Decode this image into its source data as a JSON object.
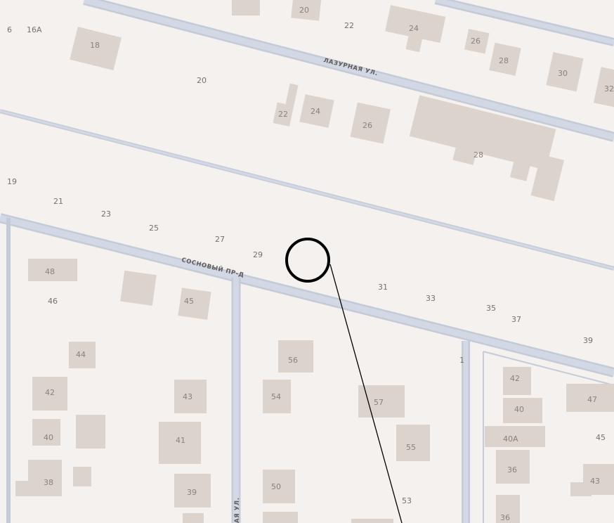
{
  "colors": {
    "background": "#f4f1ee",
    "building": "#dcd3cc",
    "building_shadow": "#cdc3bb",
    "road_casing": "#c3cad8",
    "road_fill": "#d3d9e4",
    "marker": "#000000"
  },
  "streets": {
    "lazurnaya": "ЛАЗУРНАЯ УЛ.",
    "sosnovy": "СОСНОВЫЙ ПР-Д",
    "vertical": "АЯ УЛ."
  },
  "labels": {
    "n_6": "6",
    "n_16a": "16А",
    "n_18": "18",
    "n_20_top": "20",
    "n_22_top": "22",
    "n_24_top": "24",
    "n_26_top": "26",
    "n_28_top": "28",
    "n_30": "30",
    "n_32": "32",
    "n_20": "20",
    "n_22": "22",
    "n_24": "24",
    "n_26": "26",
    "n_28": "28",
    "n_19": "19",
    "n_21": "21",
    "n_23": "23",
    "n_25": "25",
    "n_27": "27",
    "n_29": "29",
    "n_31": "31",
    "n_33": "33",
    "n_35": "35",
    "n_37": "37",
    "n_39": "39",
    "n_48": "48",
    "n_46": "46",
    "n_45": "45",
    "n_44": "44",
    "n_42": "42",
    "n_43": "43",
    "n_40": "40",
    "n_41": "41",
    "n_38": "38",
    "n_39b": "39",
    "n_56": "56",
    "n_54": "54",
    "n_57": "57",
    "n_55": "55",
    "n_50": "50",
    "n_53": "53",
    "n_1": "1",
    "n_42r": "42",
    "n_40r": "40",
    "n_40a": "40А",
    "n_36": "36",
    "n_36b": "36",
    "n_47": "47",
    "n_45r": "45",
    "n_43r": "43"
  },
  "icons": {
    "marker": "circle-marker-icon"
  }
}
